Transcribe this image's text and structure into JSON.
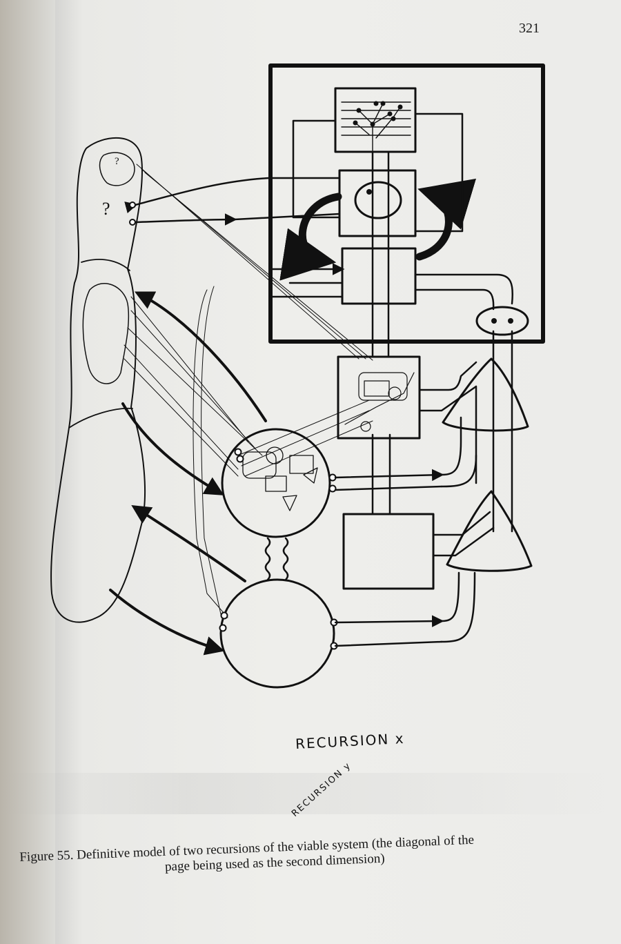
{
  "page": {
    "number": "321"
  },
  "diagram": {
    "question_mark": "?",
    "question_mark_small": "?",
    "handwriting": {
      "recursion_x": "RECURSION x",
      "recursion_y": "RECURSION y"
    }
  },
  "caption": {
    "line1": "Figure 55.  Definitive model of two recursions of the viable system (the diagonal of the",
    "line2": "page being used as the second dimension)"
  }
}
